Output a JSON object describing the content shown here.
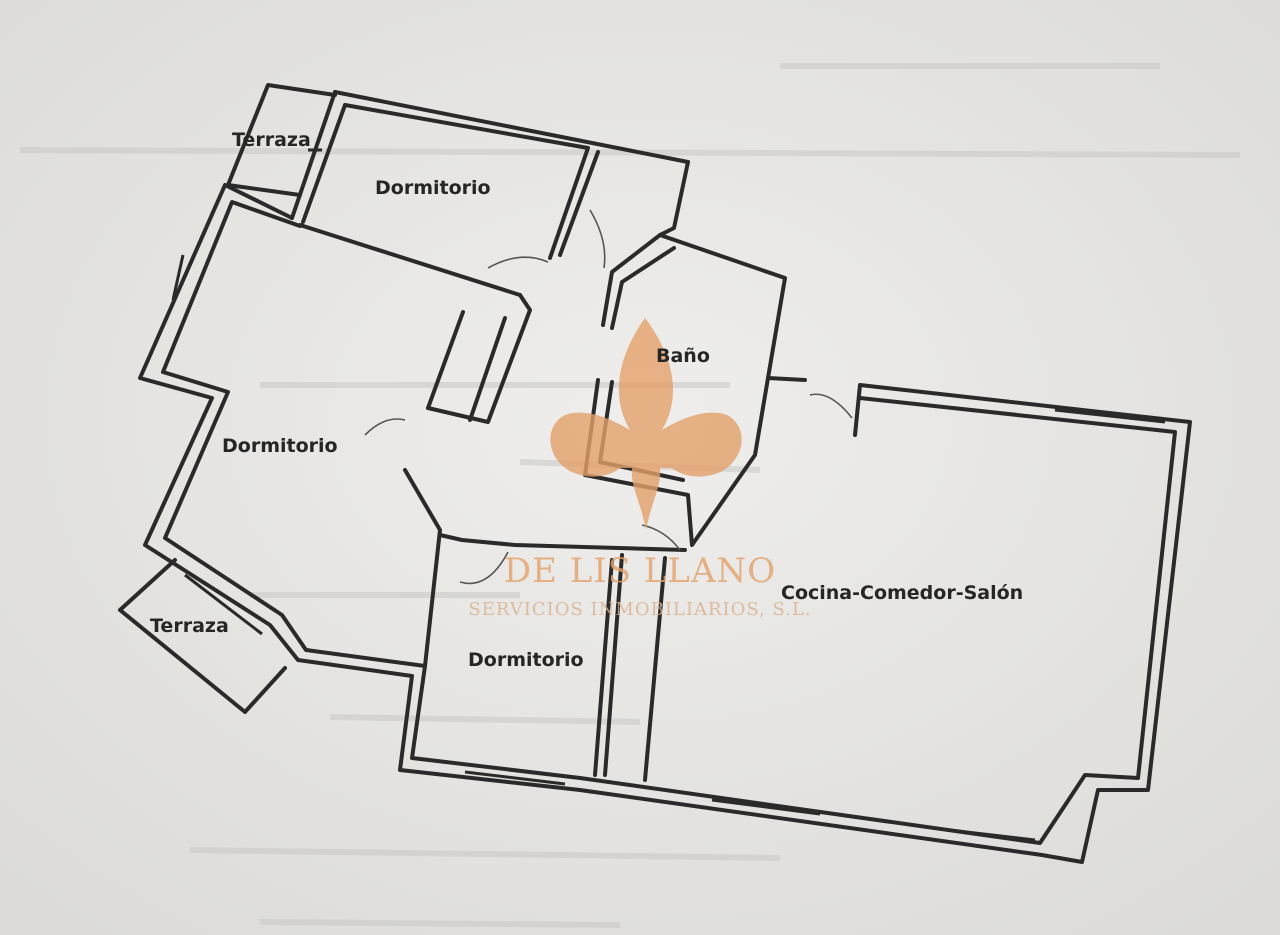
{
  "rooms": {
    "terraza_top": "Terraza",
    "dormitorio_top": "Dormitorio",
    "dormitorio_left": "Dormitorio",
    "bano": "Baño",
    "terraza_bottom": "Terraza",
    "dormitorio_bottom": "Dormitorio",
    "salon": "Cocina-Comedor-Salón"
  },
  "watermark": {
    "brand": "DE LIS LLANO",
    "subtitle": "SERVICIOS INMOBILIARIOS, S.L.",
    "color": "#e3a16a"
  },
  "colors": {
    "paper": "#e9e8e6",
    "wall": "#2a2a2a"
  }
}
